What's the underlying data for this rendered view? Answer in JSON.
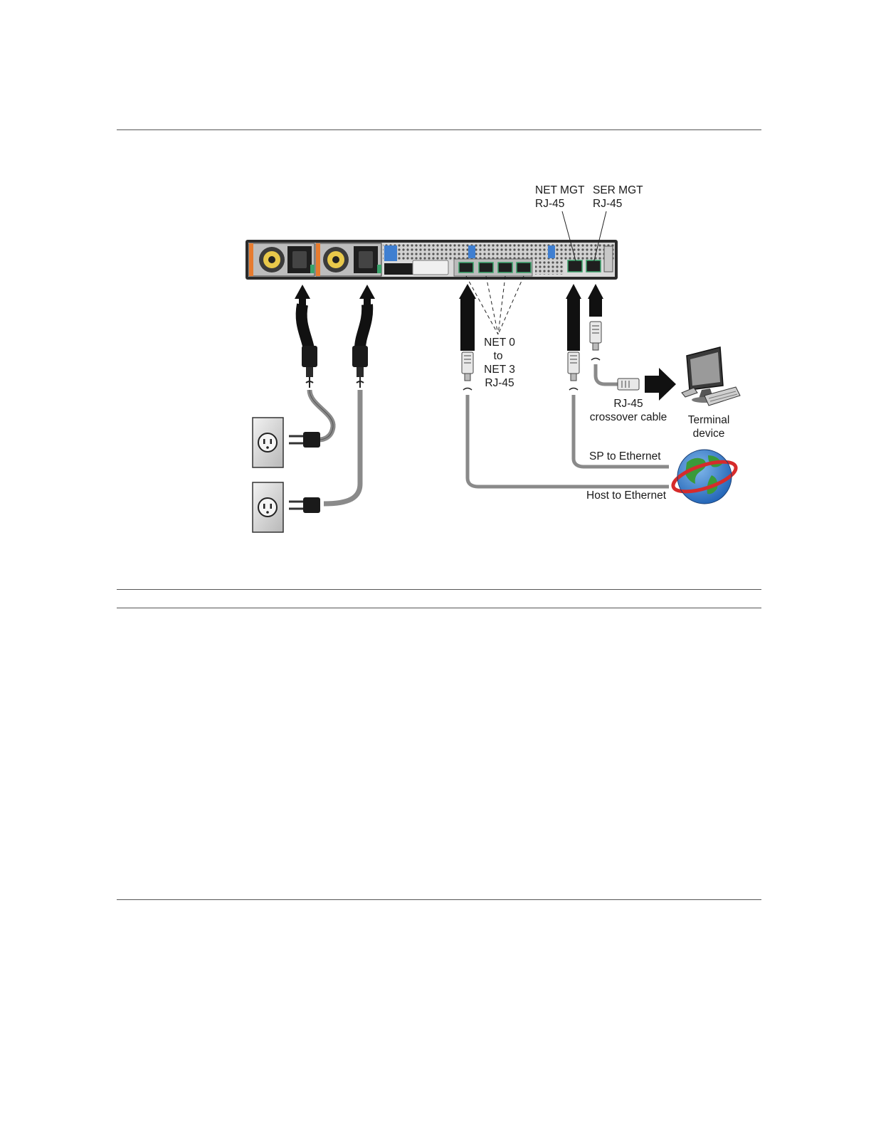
{
  "colors": {
    "chassis": "#2b2b2b",
    "chassis_panel": "#d9d9d9",
    "cable_dark": "#1c1c1c",
    "cable_gray": "#8a8a8a",
    "outlet_face": "#c9c9c9",
    "globe_blue": "#1f62b5",
    "globe_green": "#3a9a3a",
    "globe_ring": "#d62b2b",
    "psu_orange": "#e67b2f",
    "port_green": "#3aa36b"
  },
  "labels": {
    "net_mgt": {
      "line1": "NET MGT",
      "line2": "RJ-45"
    },
    "ser_mgt": {
      "line1": "SER MGT",
      "line2": "RJ-45"
    },
    "net_ports": {
      "line1": "NET 0",
      "line2": "to",
      "line3": "NET 3",
      "line4": "RJ-45"
    },
    "crossover": {
      "line1": "RJ-45",
      "line2": "crossover cable"
    },
    "terminal": {
      "line1": "Terminal",
      "line2": "device"
    },
    "sp_ethernet": "SP to Ethernet",
    "host_ethernet": "Host to Ethernet"
  },
  "icons": {
    "outlet": "electrical-outlet-icon",
    "globe": "globe-icon",
    "terminal": "computer-terminal-icon",
    "plug": "power-plug-icon",
    "rj45": "rj45-connector-icon"
  }
}
